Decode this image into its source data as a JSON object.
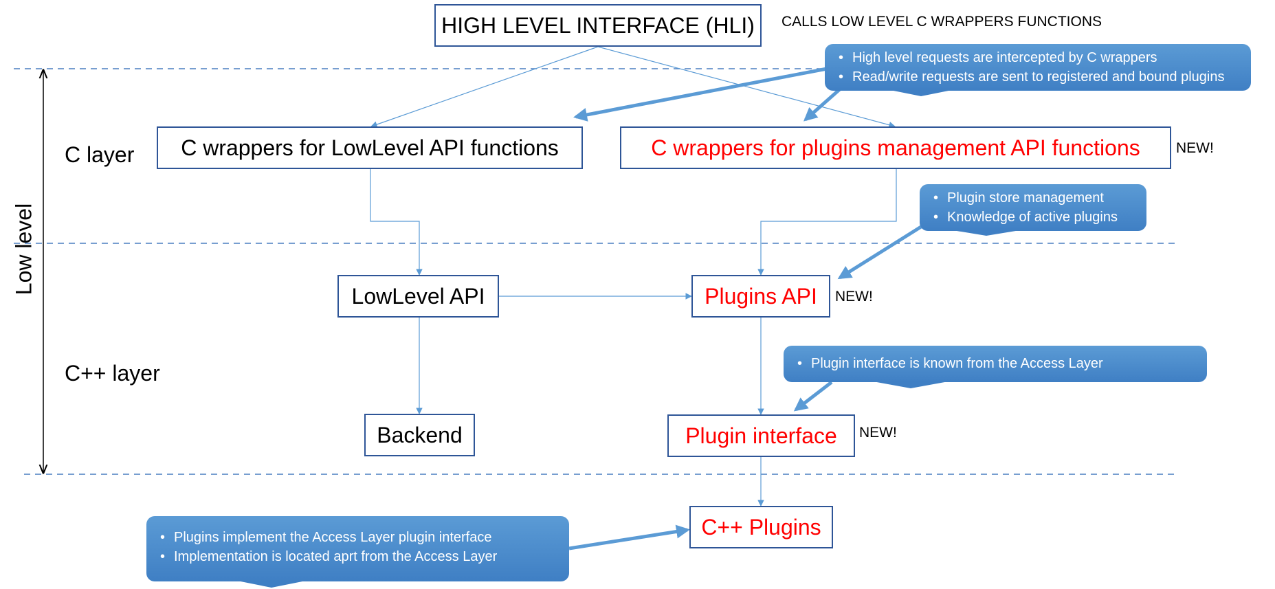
{
  "title_box": "HIGH LEVEL INTERFACE (HLI)",
  "title_note": "CALLS LOW LEVEL C WRAPPERS FUNCTIONS",
  "layers": {
    "c_layer": "C layer",
    "cpp_layer": "C++ layer",
    "low_level": "Low level"
  },
  "boxes": {
    "c_wrappers_lowlevel": "C wrappers for LowLevel API functions",
    "c_wrappers_plugins": "C wrappers for plugins management API functions",
    "lowlevel_api": "LowLevel API",
    "plugins_api": "Plugins API",
    "backend": "Backend",
    "plugin_interface": "Plugin interface",
    "cpp_plugins": "C++ Plugins"
  },
  "new_tags": {
    "c_wrappers_plugins": "NEW!",
    "plugins_api": "NEW!",
    "plugin_interface": "NEW!"
  },
  "callouts": {
    "c_wrappers": [
      "High level requests are intercepted by C wrappers",
      "Read/write requests are sent to registered and bound plugins"
    ],
    "plugin_store": [
      "Plugin store management",
      "Knowledge of active plugins"
    ],
    "plugin_interface": [
      "Plugin interface is known from the Access Layer"
    ],
    "plugins_impl": [
      "Plugins implement the Access Layer plugin interface",
      "Implementation is located aprt from the Access Layer"
    ]
  },
  "colors": {
    "box_border": "#2e5597",
    "new_text": "#ff0000",
    "arrow": "#5b9bd5",
    "callout_fill": "#4a8ccf"
  }
}
